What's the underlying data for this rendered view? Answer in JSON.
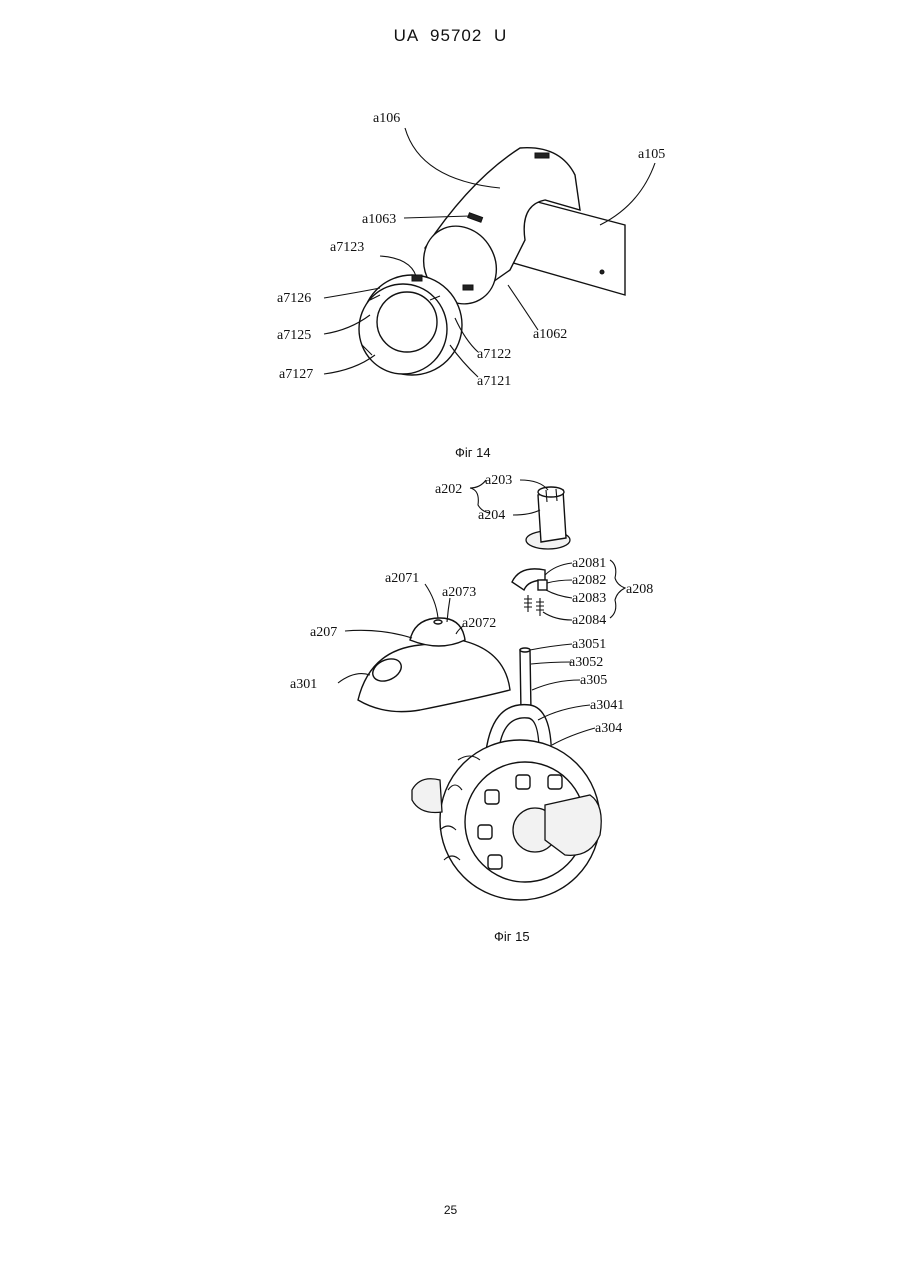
{
  "header": {
    "title": "UA   95702   U"
  },
  "page_number": "25",
  "figures": [
    {
      "caption": "Фіг 14",
      "labels": [
        "a106",
        "a105",
        "a1063",
        "a7123",
        "a7126",
        "a7125",
        "a7127",
        "a1062",
        "a7122",
        "a7121"
      ]
    },
    {
      "caption": "Фіг 15",
      "labels": [
        "a202",
        "a203",
        "a204",
        "a2081",
        "a2082",
        "a2083",
        "a2084",
        "a208",
        "a2071",
        "a2073",
        "a2072",
        "a207",
        "a301",
        "a3051",
        "a3052",
        "a305",
        "a3041",
        "a304"
      ]
    }
  ]
}
